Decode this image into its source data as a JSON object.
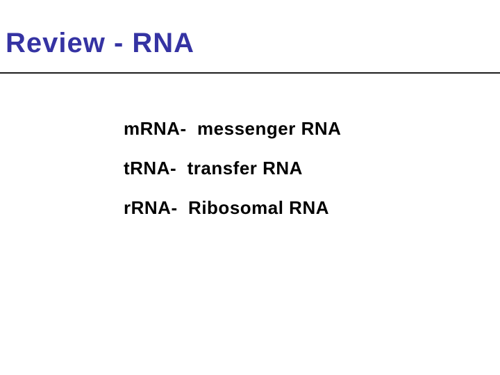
{
  "slide": {
    "title": "Review - RNA",
    "lines": [
      "mRNA-  messenger RNA",
      "tRNA-  transfer RNA",
      "rRNA-  Ribosomal RNA"
    ],
    "colors": {
      "title": "#3533a3",
      "divider": "#1c1c1c",
      "text": "#000000",
      "background": "#ffffff"
    }
  }
}
